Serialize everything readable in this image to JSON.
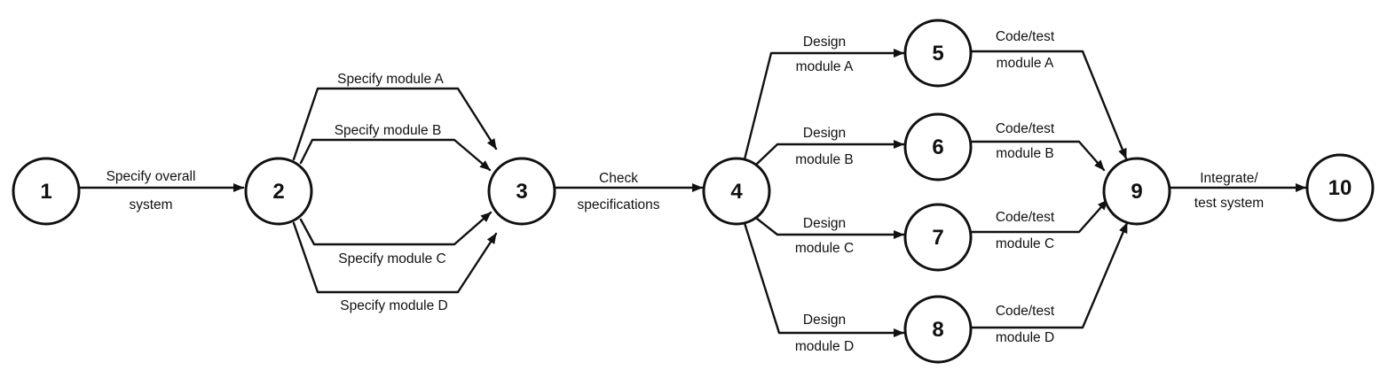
{
  "nodes": [
    {
      "id": "1",
      "label": "1"
    },
    {
      "id": "2",
      "label": "2"
    },
    {
      "id": "3",
      "label": "3"
    },
    {
      "id": "4",
      "label": "4"
    },
    {
      "id": "5",
      "label": "5"
    },
    {
      "id": "6",
      "label": "6"
    },
    {
      "id": "7",
      "label": "7"
    },
    {
      "id": "8",
      "label": "8"
    },
    {
      "id": "9",
      "label": "9"
    },
    {
      "id": "10",
      "label": "10"
    }
  ],
  "edges": [
    {
      "id": "1-2",
      "from": "1",
      "to": "2",
      "label": [
        "Specify overall",
        "system"
      ]
    },
    {
      "id": "2-3a",
      "from": "2",
      "to": "3",
      "label": [
        "Specify module A"
      ]
    },
    {
      "id": "2-3b",
      "from": "2",
      "to": "3",
      "label": [
        "Specify module B"
      ]
    },
    {
      "id": "2-3c",
      "from": "2",
      "to": "3",
      "label": [
        "Specify module C"
      ]
    },
    {
      "id": "2-3d",
      "from": "2",
      "to": "3",
      "label": [
        "Specify module D"
      ]
    },
    {
      "id": "3-4",
      "from": "3",
      "to": "4",
      "label": [
        "Check",
        "specifications"
      ]
    },
    {
      "id": "4-5",
      "from": "4",
      "to": "5",
      "label": [
        "Design",
        "module A"
      ]
    },
    {
      "id": "4-6",
      "from": "4",
      "to": "6",
      "label": [
        "Design",
        "module B"
      ]
    },
    {
      "id": "4-7",
      "from": "4",
      "to": "7",
      "label": [
        "Design",
        "module C"
      ]
    },
    {
      "id": "4-8",
      "from": "4",
      "to": "8",
      "label": [
        "Design",
        "module D"
      ]
    },
    {
      "id": "5-9",
      "from": "5",
      "to": "9",
      "label": [
        "Code/test",
        "module A"
      ]
    },
    {
      "id": "6-9",
      "from": "6",
      "to": "9",
      "label": [
        "Code/test",
        "module B"
      ]
    },
    {
      "id": "7-9",
      "from": "7",
      "to": "9",
      "label": [
        "Code/test",
        "module C"
      ]
    },
    {
      "id": "8-9",
      "from": "8",
      "to": "9",
      "label": [
        "Code/test",
        "module D"
      ]
    },
    {
      "id": "9-10",
      "from": "9",
      "to": "10",
      "label": [
        "Integrate/",
        "test system"
      ]
    }
  ]
}
